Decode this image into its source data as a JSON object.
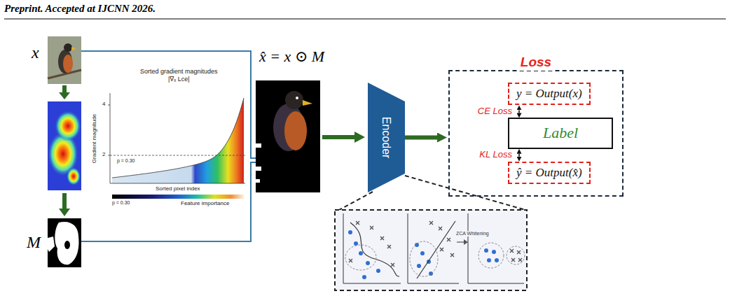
{
  "diagram": {
    "nodes": [
      {
        "text": [
          "Encoder"
        ]
      },
      {
        "text": [
          "Loss"
        ]
      },
      {
        "text": [
          "y = Output(x)"
        ],
        "in": 1
      },
      {
        "text": [
          "Label"
        ],
        "in": 1
      },
      {
        "text": [
          "ŷ = Output(x̂)"
        ],
        "in": 1
      }
    ],
    "edges": [
      {
        "from": 0,
        "to": 1,
        "arrow": "to"
      },
      {
        "from": 2,
        "to": 3,
        "label": "CE Loss",
        "arrow": "both"
      },
      {
        "from": 3,
        "to": 4,
        "label": "KL Loss",
        "arrow": "both"
      }
    ],
    "labels": [
      "Preprint. Accepted at IJCNN 2026.",
      "x",
      "M",
      "x̂ = x ⊙ M",
      "Sorted gradient magnitudes",
      "|∇ₓ Lce|",
      "4",
      "2",
      "p = 0.30",
      "Gradient magnitude",
      "Sorted pixel index",
      "p = 0.30",
      "Feature importance",
      "ZCA Whitening"
    ]
  }
}
